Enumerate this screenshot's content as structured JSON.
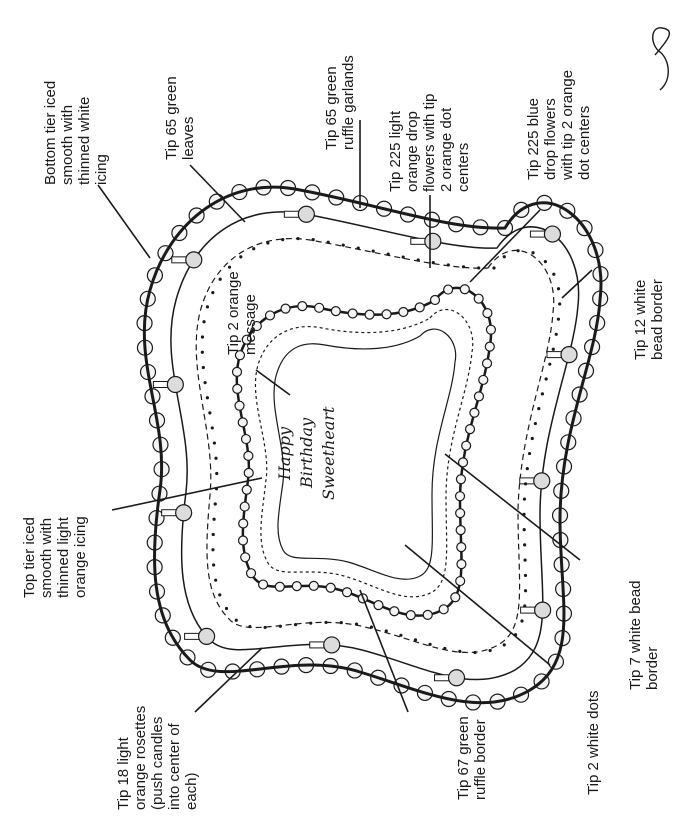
{
  "labels": {
    "bottom_tier": [
      "Bottom tier iced",
      "smooth with",
      "thinned white",
      "icing"
    ],
    "tip65_leaves": [
      "Tip 65 green",
      "leaves"
    ],
    "tip65_garlands": [
      "Tip 65 green",
      "ruffle garlands"
    ],
    "tip225_orange": [
      "Tip 225 light",
      "orange drop",
      "flowers with tip",
      "2 orange dot",
      "centers"
    ],
    "tip225_blue": [
      "Tip 225 blue",
      "drop flowers",
      "with tip 2 orange",
      "dot centers"
    ],
    "tip12": [
      "Tip 12 white",
      "bead border"
    ],
    "tip2_message": [
      "Tip 2 orange",
      "message"
    ],
    "top_tier": [
      "Top tier iced",
      "smooth with",
      "thinned light",
      "orange icing"
    ],
    "tip7": [
      "Tip 7 white bead",
      "border"
    ],
    "tip2_dots": [
      "Tip 2 white dots"
    ],
    "tip67": [
      "Tip 67 green",
      "ruffle border"
    ],
    "tip18": [
      "Tip 18 light",
      "orange rosettes",
      "(push candles",
      "into center of",
      "each)"
    ]
  },
  "cake_message": [
    "Happy",
    "Birthday",
    "Sweetheart"
  ],
  "colors": {
    "ink": "#1a1a1a",
    "paper": "#ffffff"
  }
}
